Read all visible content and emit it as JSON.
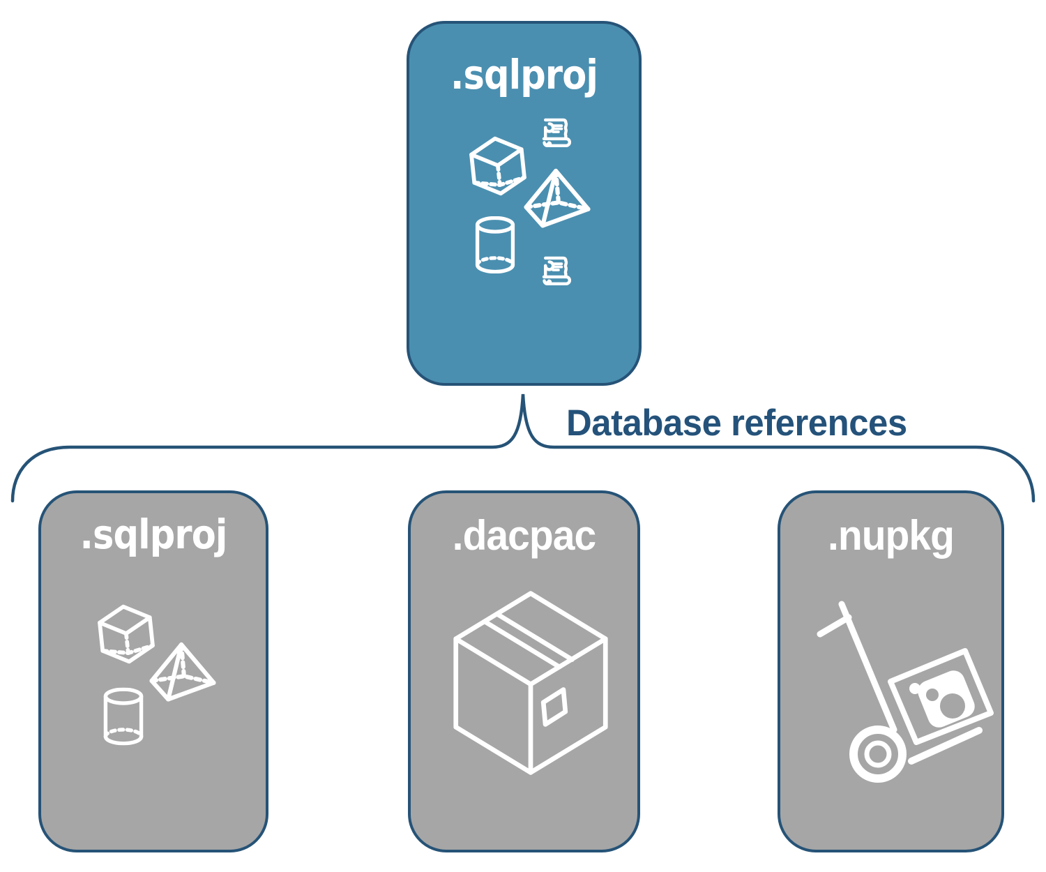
{
  "colors": {
    "accent_teal": "#4a8fb0",
    "outline_navy": "#265377",
    "label_navy": "#24527a",
    "node_gray": "#a6a6a6",
    "icon_white": "#ffffff"
  },
  "connector": {
    "label": "Database references"
  },
  "nodes": {
    "top": {
      "label": ".sqlproj",
      "icons": [
        "scroll-icon",
        "cube-icon",
        "pyramid-icon",
        "cylinder-icon",
        "scroll-icon"
      ]
    },
    "children": [
      {
        "label": ".sqlproj",
        "icons": [
          "cube-icon",
          "pyramid-icon",
          "cylinder-icon"
        ]
      },
      {
        "label": ".dacpac",
        "icons": [
          "package-box-icon"
        ]
      },
      {
        "label": ".nupkg",
        "icons": [
          "nuget-hand-truck-icon"
        ]
      }
    ]
  }
}
